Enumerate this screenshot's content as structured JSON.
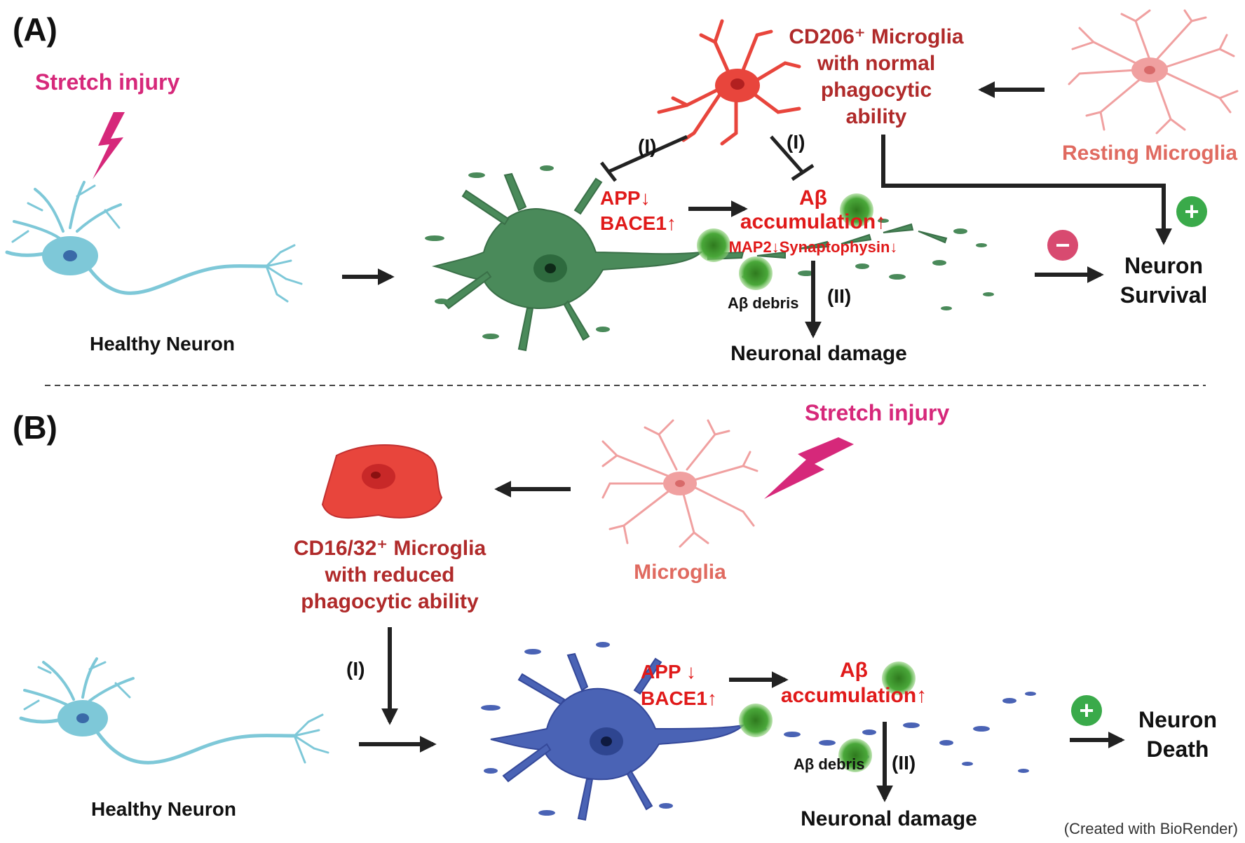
{
  "panel_a": {
    "label": "(A)",
    "stretch_injury": "Stretch injury",
    "healthy_neuron": "Healthy Neuron",
    "cd206": {
      "line1": "CD206⁺ Microglia",
      "line2": "with normal",
      "line3": "phagocytic",
      "line4": "ability"
    },
    "resting_microglia": "Resting Microglia",
    "inhibit_label_left": "(I)",
    "inhibit_label_right": "(I)",
    "app": "APP↓",
    "bace1": "BACE1↑",
    "abeta": "Aβ",
    "accumulation": "accumulation↑",
    "map2": "MAP2↓Synaptophysin↓",
    "abeta_debris": "Aβ debris",
    "step2": "(II)",
    "neuronal_damage": "Neuronal damage",
    "neuron_survival_line1": "Neuron",
    "neuron_survival_line2": "Survival",
    "minus_sign": "−",
    "plus_sign": "+"
  },
  "panel_b": {
    "label": "(B)",
    "stretch_injury": "Stretch injury",
    "microglia": "Microglia",
    "cd16": {
      "line1": "CD16/32⁺ Microglia",
      "line2": "with reduced",
      "line3": "phagocytic ability"
    },
    "step1": "(I)",
    "healthy_neuron": "Healthy Neuron",
    "app": "APP ↓",
    "bace1": "BACE1↑",
    "abeta": "Aβ",
    "accumulation": "accumulation↑",
    "abeta_debris": "Aβ debris",
    "step2": "(II)",
    "neuronal_damage": "Neuronal damage",
    "neuron_death_line1": "Neuron",
    "neuron_death_line2": "Death",
    "plus_sign": "+"
  },
  "credit": "(Created with BioRender)",
  "colors": {
    "healthy_neuron": "#7ec8d8",
    "damaged_neuron_a": "#4a8a5a",
    "damaged_neuron_b": "#4a63b5",
    "microglia_active": "#e8453c",
    "microglia_resting": "#f0a0a0",
    "stretch_injury": "#d6287a",
    "red_text": "#e01a1a",
    "dark_red_text": "#b02a2a",
    "salmon_text": "#e06a60",
    "arrow": "#222222",
    "plus": "#3aaa4a",
    "minus": "#d84a70",
    "abeta_clump": "#3a9a2a"
  }
}
